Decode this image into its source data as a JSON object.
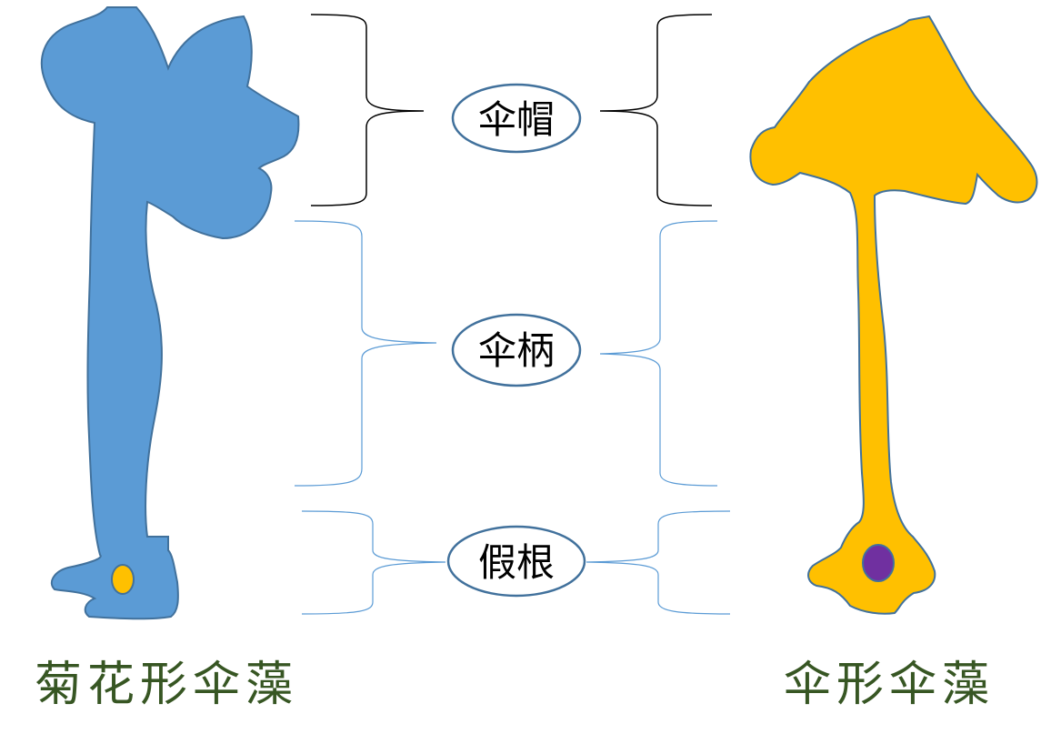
{
  "labels": {
    "cap": "伞帽",
    "stalk": "伞柄",
    "rhizoid": "假根"
  },
  "captions": {
    "left": "菊花形伞藻",
    "right": "伞形伞藻"
  },
  "colors": {
    "left_alga": "#5B9BD5",
    "right_alga": "#FFC000",
    "nucleus_left": "#FFC000",
    "nucleus_right": "#7030A0",
    "caption_text": "#375623",
    "outline": "#41719C",
    "brace_dark": "#000000",
    "brace_light": "#5B9BD5"
  }
}
